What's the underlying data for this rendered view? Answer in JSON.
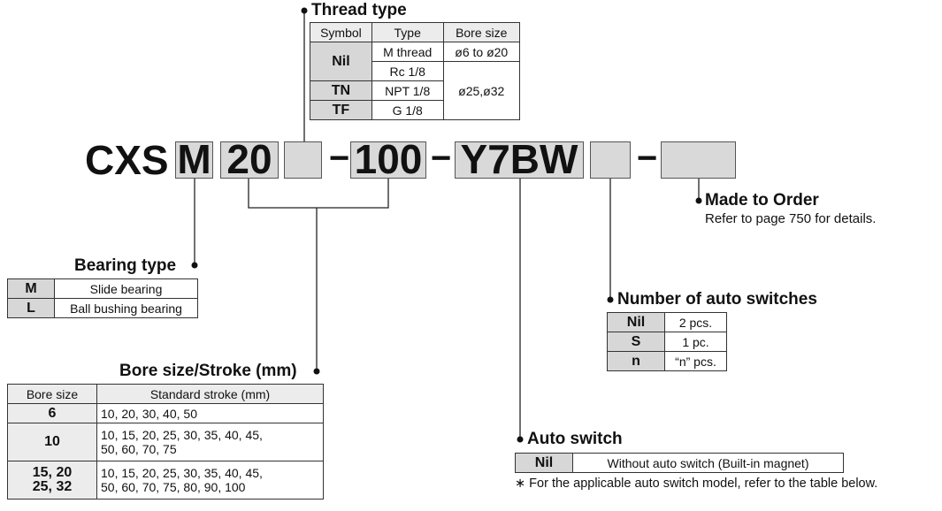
{
  "model": {
    "prefix": "CXS",
    "bearing": "M",
    "bore": "20",
    "thread": "",
    "dash1": "−",
    "stroke": "100",
    "dash2": "−",
    "switch": "Y7BW",
    "qty": "",
    "dash3": "−",
    "mto": ""
  },
  "thread_type": {
    "title": "Thread type",
    "headers": [
      "Symbol",
      "Type",
      "Bore size"
    ],
    "rows": [
      {
        "symbol": "Nil",
        "type": "M thread",
        "bore": "ø6 to ø20"
      },
      {
        "type": "Rc 1/8",
        "bore": "ø25,ø32"
      },
      {
        "symbol": "TN",
        "type": "NPT 1/8"
      },
      {
        "symbol": "TF",
        "type": "G 1/8"
      }
    ]
  },
  "made_to_order": {
    "title": "Made to Order",
    "note": "Refer to page 750 for details."
  },
  "bearing_type": {
    "title": "Bearing type",
    "rows": [
      {
        "symbol": "M",
        "desc": "Slide bearing"
      },
      {
        "symbol": "L",
        "desc": "Ball bushing bearing"
      }
    ]
  },
  "num_switches": {
    "title": "Number of auto switches",
    "rows": [
      {
        "symbol": "Nil",
        "desc": "2 pcs."
      },
      {
        "symbol": "S",
        "desc": "1 pc."
      },
      {
        "symbol": "n",
        "desc": "“n” pcs."
      }
    ]
  },
  "bore_stroke": {
    "title": "Bore size/Stroke (mm)",
    "headers": [
      "Bore size",
      "Standard stroke (mm)"
    ],
    "rows": [
      {
        "bore": "6",
        "stroke1": "10, 20, 30, 40, 50",
        "stroke2": ""
      },
      {
        "bore": "10",
        "stroke1": "10, 15, 20, 25, 30, 35, 40, 45,",
        "stroke2": "50, 60, 70, 75"
      },
      {
        "bore1": "15, 20",
        "bore2": "25, 32",
        "stroke1": "10, 15, 20, 25, 30, 35, 40, 45,",
        "stroke2": "50, 60, 70, 75, 80, 90, 100"
      }
    ]
  },
  "auto_switch": {
    "title": "Auto switch",
    "rows": [
      {
        "symbol": "Nil",
        "desc": "Without auto switch (Built-in magnet)"
      }
    ],
    "note": "∗ For the applicable auto switch model, refer to the table below."
  }
}
